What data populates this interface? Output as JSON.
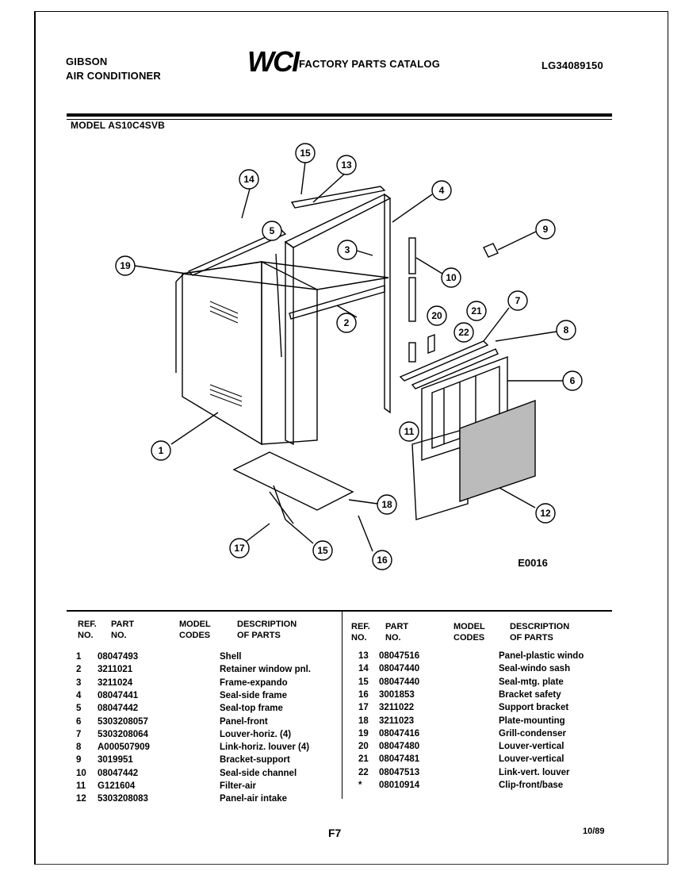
{
  "header": {
    "brand_line1": "GIBSON",
    "brand_line2": "AIR CONDITIONER",
    "logo_text": "WCI",
    "catalog_title": "FACTORY PARTS CATALOG",
    "catalog_number": "LG34089150",
    "model_label": "MODEL AS10C4SVB"
  },
  "diagram": {
    "callouts": [
      "1",
      "2",
      "3",
      "4",
      "5",
      "6",
      "7",
      "8",
      "9",
      "10",
      "11",
      "12",
      "13",
      "14",
      "15",
      "15",
      "16",
      "17",
      "18",
      "19",
      "20",
      "21",
      "22"
    ],
    "figure_code": "E0016"
  },
  "table": {
    "headers": {
      "ref": [
        "REF.",
        "NO."
      ],
      "part": [
        "PART",
        "NO."
      ],
      "model": [
        "MODEL",
        "CODES"
      ],
      "desc": [
        "DESCRIPTION",
        "OF PARTS"
      ]
    },
    "left_rows": [
      {
        "ref": "1",
        "part": "08047493",
        "desc": "Shell"
      },
      {
        "ref": "2",
        "part": "3211021",
        "desc": "Retainer window pnl."
      },
      {
        "ref": "3",
        "part": "3211024",
        "desc": "Frame-expando"
      },
      {
        "ref": "4",
        "part": "08047441",
        "desc": "Seal-side frame"
      },
      {
        "ref": "5",
        "part": "08047442",
        "desc": "Seal-top frame"
      },
      {
        "ref": "6",
        "part": "5303208057",
        "desc": "Panel-front"
      },
      {
        "ref": "7",
        "part": "5303208064",
        "desc": "Louver-horiz. (4)"
      },
      {
        "ref": "8",
        "part": "A000507909",
        "desc": "Link-horiz. louver (4)"
      },
      {
        "ref": "9",
        "part": "3019951",
        "desc": "Bracket-support"
      },
      {
        "ref": "10",
        "part": "08047442",
        "desc": "Seal-side channel"
      },
      {
        "ref": "11",
        "part": "G121604",
        "desc": "Filter-air"
      },
      {
        "ref": "12",
        "part": "5303208083",
        "desc": "Panel-air intake"
      }
    ],
    "right_rows": [
      {
        "ref": "13",
        "part": "08047516",
        "desc": "Panel-plastic windo"
      },
      {
        "ref": "14",
        "part": "08047440",
        "desc": "Seal-windo sash"
      },
      {
        "ref": "15",
        "part": "08047440",
        "desc": "Seal-mtg. plate"
      },
      {
        "ref": "16",
        "part": "3001853",
        "desc": "Bracket safety"
      },
      {
        "ref": "17",
        "part": "3211022",
        "desc": "Support bracket"
      },
      {
        "ref": "18",
        "part": "3211023",
        "desc": "Plate-mounting"
      },
      {
        "ref": "19",
        "part": "08047416",
        "desc": "Grill-condenser"
      },
      {
        "ref": "20",
        "part": "08047480",
        "desc": "Louver-vertical"
      },
      {
        "ref": "21",
        "part": "08047481",
        "desc": "Louver-vertical"
      },
      {
        "ref": "22",
        "part": "08047513",
        "desc": "Link-vert. louver"
      },
      {
        "ref": "*",
        "part": "08010914",
        "desc": "Clip-front/base"
      }
    ]
  },
  "footer": {
    "page": "F7",
    "date": "10/89"
  }
}
